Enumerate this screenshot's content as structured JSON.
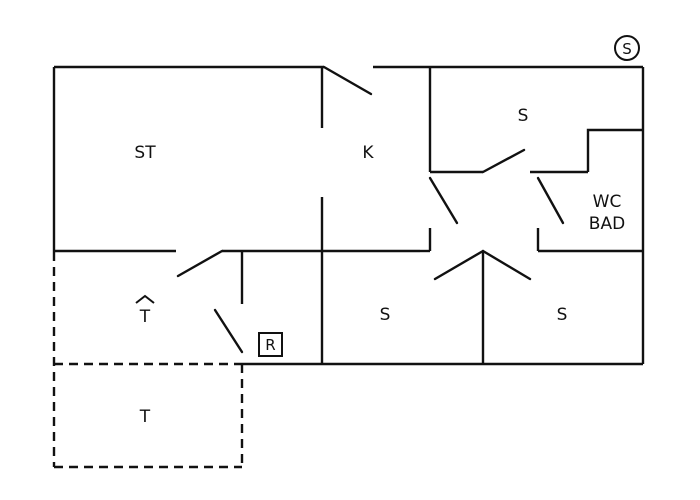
{
  "diagram": {
    "rooms": {
      "st": "ST",
      "k": "K",
      "s_top_right": "S",
      "wc": "WC",
      "bad": "BAD",
      "t_entry": "T",
      "s_lower_middle": "S",
      "s_lower_right": "S",
      "t_terrace": "T"
    },
    "symbols": {
      "s_circle": "S",
      "r_box": "R"
    }
  }
}
